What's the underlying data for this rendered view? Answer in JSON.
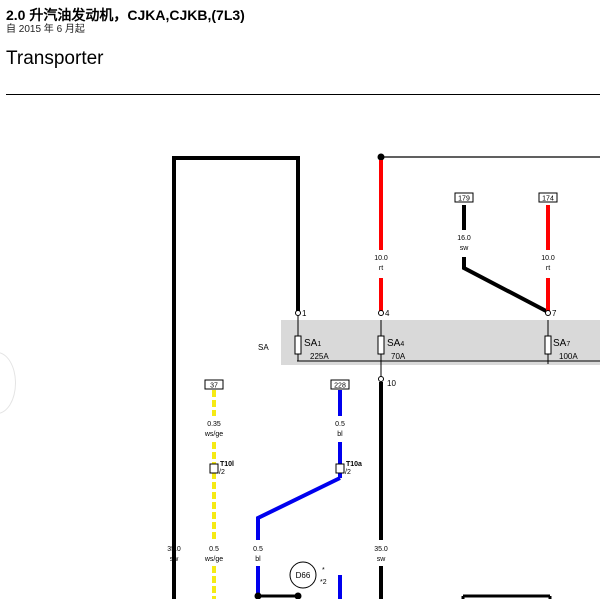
{
  "header": {
    "title": "2.0 升汽油发动机，CJKA,CJKB,(7L3)",
    "subtitle": "自 2015 年 6 月起",
    "model": "Transporter"
  },
  "diagram": {
    "fusebox_label": "SA",
    "fuses": [
      {
        "id": "SA1",
        "name": "SA",
        "sub": "1",
        "rating": "225A",
        "terminal": "1"
      },
      {
        "id": "SA4",
        "name": "SA",
        "sub": "4",
        "rating": "70A",
        "terminal": "4"
      },
      {
        "id": "SA7",
        "name": "SA",
        "sub": "7",
        "rating": "100A",
        "terminal": "7"
      }
    ],
    "terminal_out": "10",
    "refs": {
      "r179": "179",
      "r174": "174",
      "r37": "37",
      "r228": "228"
    },
    "wires": {
      "w_rt_left": {
        "size": "10.0",
        "color": "rt"
      },
      "w_sw_mid": {
        "size": "16.0",
        "color": "sw"
      },
      "w_rt_right": {
        "size": "10.0",
        "color": "rt"
      },
      "w_wsge_top": {
        "size": "0.35",
        "color": "ws/ge"
      },
      "w_bl_top": {
        "size": "0.5",
        "color": "bl"
      },
      "w_sw_left": {
        "size": "35.0",
        "color": "sw"
      },
      "w_wsge_bot": {
        "size": "0.5",
        "color": "ws/ge"
      },
      "w_bl_bot": {
        "size": "0.5",
        "color": "bl"
      },
      "w_sw_center": {
        "size": "35.0",
        "color": "sw"
      }
    },
    "connectors": {
      "t10l": {
        "name": "T10l",
        "pin": "/2"
      },
      "t10a": {
        "name": "T10a",
        "pin": "/2"
      }
    },
    "component": {
      "name": "D66",
      "star": "*",
      "star2": "*2"
    },
    "colors": {
      "red": "#ff0000",
      "blue": "#0000ee",
      "yellow": "#f5ea14",
      "black": "#000000",
      "fusebox": "#d9d9d9"
    }
  }
}
